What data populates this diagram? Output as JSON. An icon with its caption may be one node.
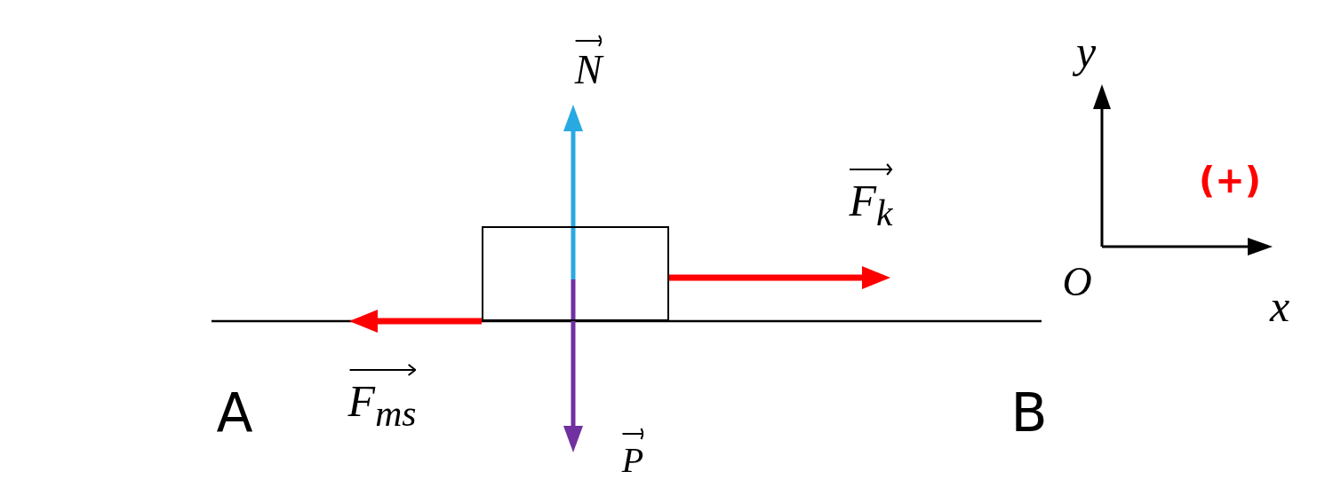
{
  "diagram": {
    "nodes": [
      {
        "text": [],
        "shape": "box"
      }
    ],
    "labels": [
      "y",
      "N",
      "(+)",
      "F$_{k}$",
      "O",
      "x",
      "A",
      "F$_{ms}$",
      "B",
      "P"
    ]
  }
}
